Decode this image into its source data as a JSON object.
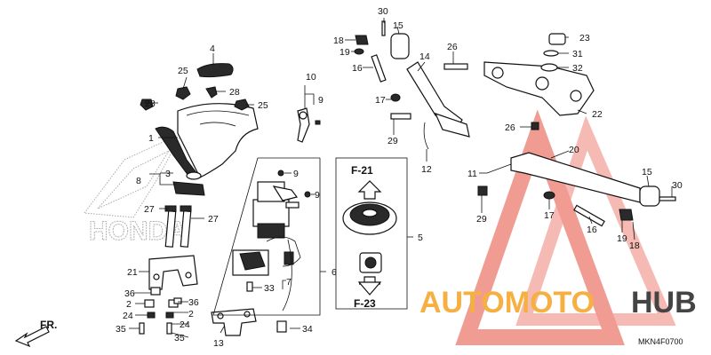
{
  "diagram": {
    "code": "MKN4F0700",
    "brand_text": "HONDA",
    "ref_boxes": [
      {
        "label": "F-21"
      },
      {
        "label": "F-23"
      }
    ],
    "direction_label": "FR.",
    "watermark": {
      "prefix": "AUTOMOTO",
      "suffix": "HUB",
      "colors": {
        "prefix": "#f5b041",
        "suffix": "#444444",
        "triangle": "#e74c3c"
      }
    },
    "callouts": [
      "1",
      "2",
      "2",
      "3",
      "4",
      "5",
      "6",
      "7",
      "8",
      "9",
      "9",
      "9",
      "10",
      "11",
      "12",
      "13",
      "14",
      "15",
      "15",
      "16",
      "16",
      "17",
      "17",
      "18",
      "18",
      "19",
      "19",
      "20",
      "21",
      "22",
      "23",
      "24",
      "24",
      "25",
      "25",
      "26",
      "26",
      "27",
      "27",
      "28",
      "28",
      "29",
      "29",
      "30",
      "30",
      "31",
      "32",
      "33",
      "34",
      "35",
      "35",
      "36",
      "36"
    ]
  }
}
